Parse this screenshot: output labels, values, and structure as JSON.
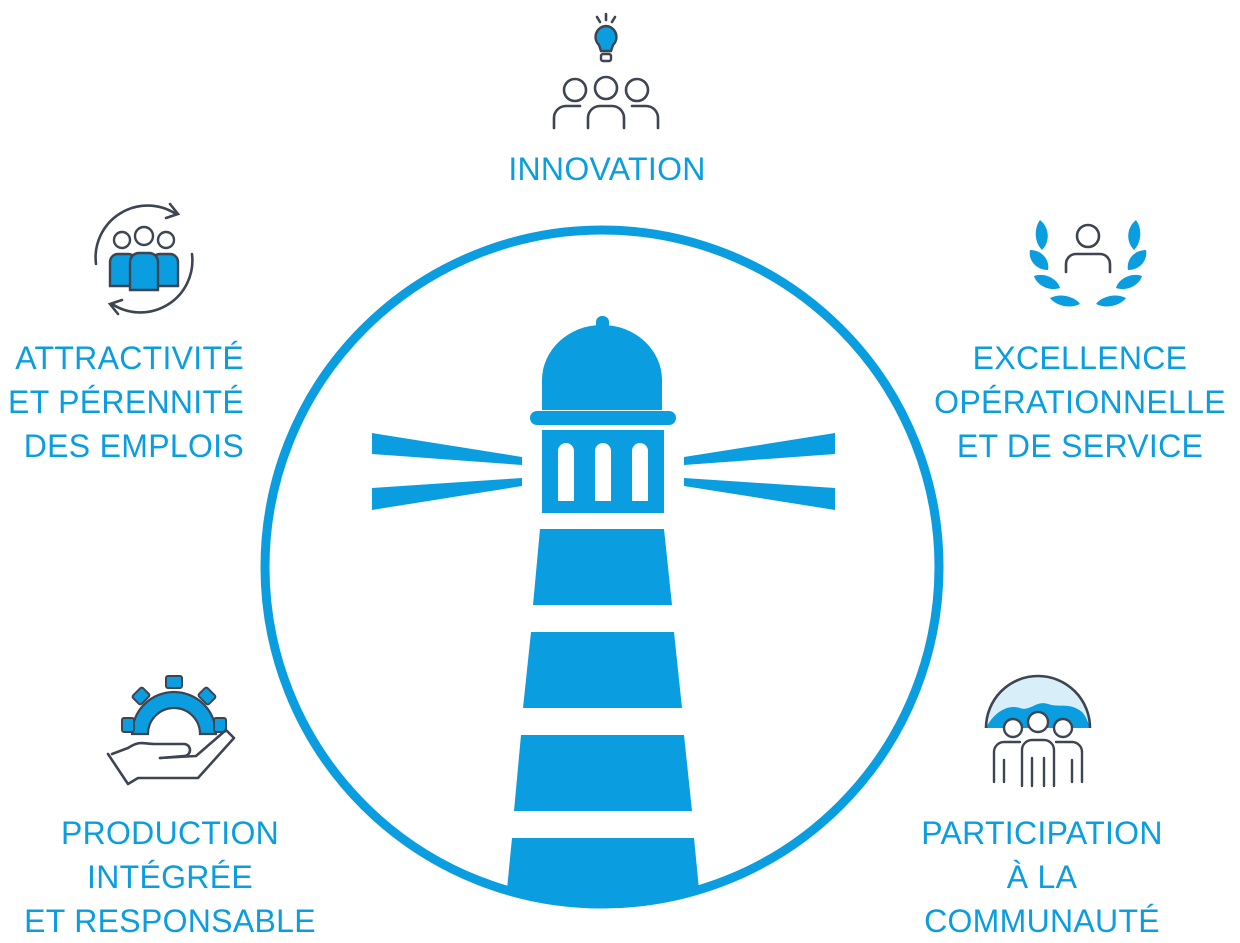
{
  "colors": {
    "brand_blue": "#0a9de0",
    "icon_gray": "#3d4553",
    "light_blue": "#d8eef9"
  },
  "center": {
    "icon": "lighthouse-icon"
  },
  "pillars": [
    {
      "id": "innovation",
      "icon": "lightbulb-team-icon",
      "lines": [
        "INNOVATION"
      ]
    },
    {
      "id": "attractivite",
      "icon": "team-cycle-icon",
      "lines": [
        "ATTRACTIVITÉ",
        "ET PÉRENNITÉ",
        "DES EMPLOIS"
      ]
    },
    {
      "id": "excellence",
      "icon": "laurel-person-icon",
      "lines": [
        "EXCELLENCE",
        "OPÉRATIONNELLE",
        "ET DE SERVICE"
      ]
    },
    {
      "id": "production",
      "icon": "hand-gear-icon",
      "lines": [
        "PRODUCTION",
        "INTÉGRÉE",
        "ET RESPONSABLE"
      ]
    },
    {
      "id": "participation",
      "icon": "community-globe-icon",
      "lines": [
        "PARTICIPATION",
        "À LA",
        "COMMUNAUTÉ"
      ]
    }
  ]
}
